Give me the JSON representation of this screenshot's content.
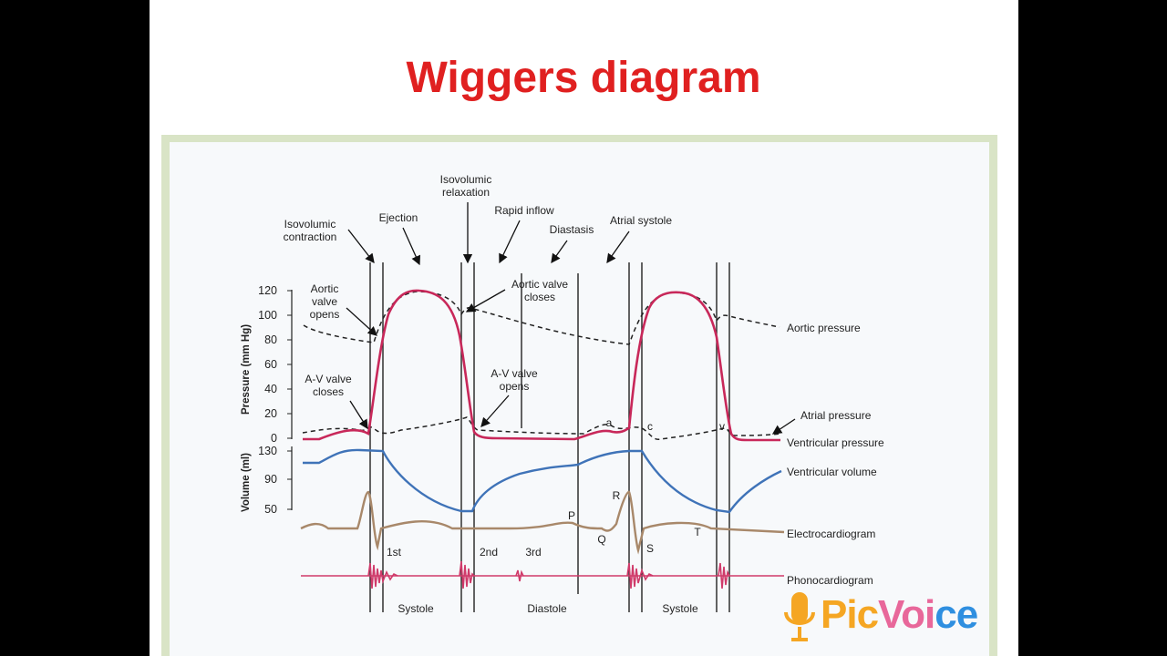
{
  "slide": {
    "title": "Wiggers diagram"
  },
  "phases": {
    "isovolumic_contraction": [
      "Isovolumic",
      "contraction"
    ],
    "ejection": "Ejection",
    "isovolumic_relaxation": [
      "Isovolumic",
      "relaxation"
    ],
    "rapid_inflow": "Rapid inflow",
    "diastasis": "Diastasis",
    "atrial_systole": "Atrial systole"
  },
  "events": {
    "aortic_valve_opens": [
      "Aortic",
      "valve",
      "opens"
    ],
    "aortic_valve_closes": [
      "Aortic valve",
      "closes"
    ],
    "av_valve_closes": [
      "A-V valve",
      "closes"
    ],
    "av_valve_opens": [
      "A-V valve",
      "opens"
    ]
  },
  "axes": {
    "pressure_label": "Pressure (mm Hg)",
    "pressure_ticks": [
      "120",
      "100",
      "80",
      "60",
      "40",
      "20",
      "0"
    ],
    "volume_label": "Volume (ml)",
    "volume_ticks": [
      "130",
      "90",
      "50"
    ]
  },
  "traces": {
    "aortic_pressure": "Aortic pressure",
    "atrial_pressure": "Atrial pressure",
    "ventricular_pressure": "Ventricular pressure",
    "ventricular_volume": "Ventricular volume",
    "electrocardiogram": "Electrocardiogram",
    "phonocardiogram": "Phonocardiogram"
  },
  "wave_labels": {
    "a": "a",
    "c": "c",
    "v": "v",
    "P": "P",
    "Q": "Q",
    "R": "R",
    "S": "S",
    "T": "T"
  },
  "heart_sounds": {
    "first": "1st",
    "second": "2nd",
    "third": "3rd"
  },
  "periods": {
    "systole_1": "Systole",
    "diastole": "Diastole",
    "systole_2": "Systole"
  },
  "watermark": {
    "pic": "Pic",
    "voi": "Voi",
    "ce": "ce"
  },
  "colors": {
    "title": "#e02020",
    "ventricular_pressure": "#c8285a",
    "ventricular_volume": "#3f73b8",
    "electrocardiogram": "#a8886a",
    "phonocardiogram": "#d03a6a",
    "frame": "#d9e4c6"
  }
}
